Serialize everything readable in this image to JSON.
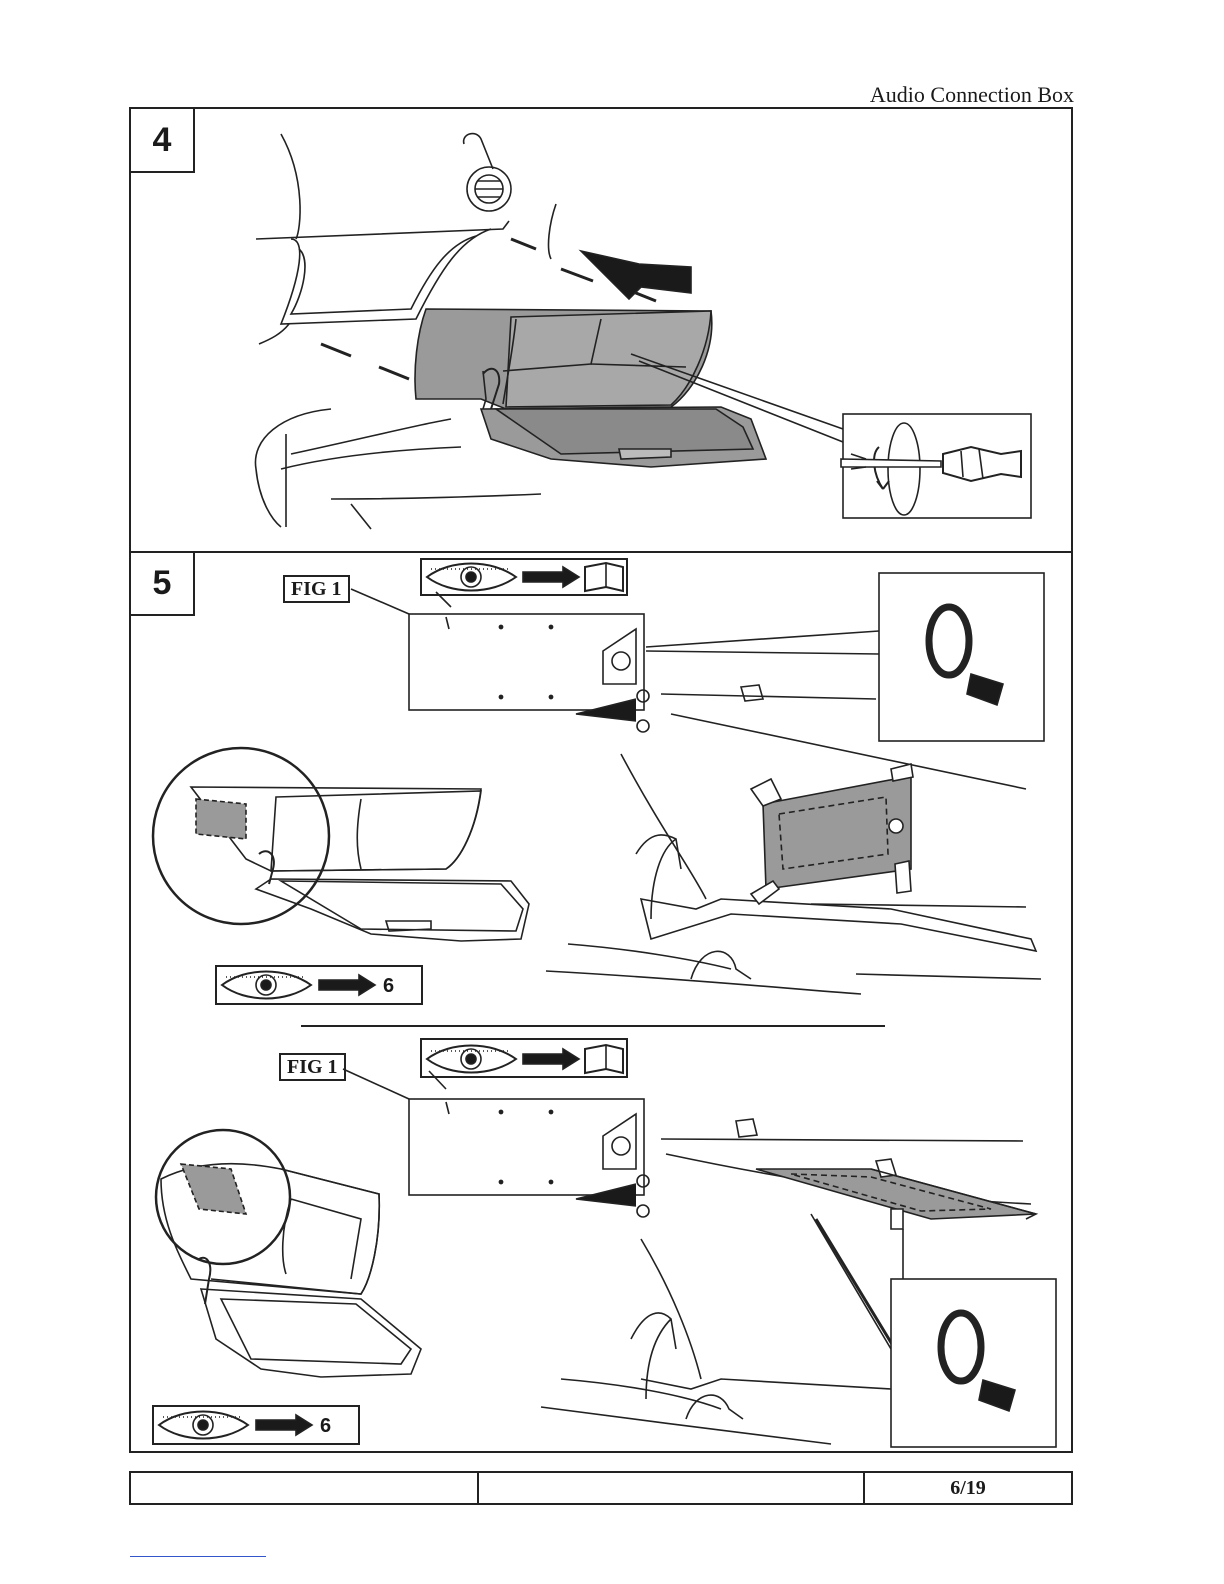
{
  "document": {
    "title": "Audio Connection Box"
  },
  "steps": [
    {
      "number": "4"
    },
    {
      "number": "5"
    }
  ],
  "figures": {
    "fig_label_top": "FIG 1",
    "fig_label_bottom": "FIG 1",
    "see_step_top": "6",
    "see_step_bottom": "6"
  },
  "footer": {
    "page": "6/19"
  },
  "colors": {
    "line": "#222222",
    "shade": "#9a9a9a",
    "dark_shade": "#7a7a7a"
  },
  "icons": [
    "arrow-icon",
    "screwdriver-icon",
    "eye-icon",
    "book-icon",
    "scissors-icon",
    "tape-roll-icon"
  ]
}
